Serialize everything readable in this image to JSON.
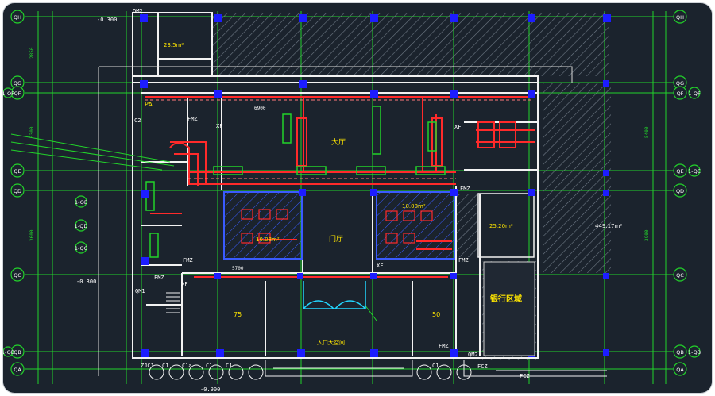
{
  "axes": {
    "left": [
      "QH",
      "QG",
      "QF",
      "QE",
      "QD",
      "QC",
      "QB",
      "QA"
    ],
    "left_ext": [
      "1-QF",
      "1-QB"
    ],
    "right": [
      "QH",
      "QG",
      "QF",
      "QE",
      "QD",
      "QC",
      "QB",
      "QA"
    ],
    "right_ext": [
      "1-QF",
      "1-QE",
      "1-QB"
    ],
    "inner_left": [
      "1-QE",
      "1-QD",
      "1-QC"
    ]
  },
  "levels": {
    "top": "-0.300",
    "left": "-0.300",
    "bottom": "-0.900"
  },
  "rooms": {
    "hall": "大厅",
    "vestibule": "门厅",
    "entrance": "入口大空间",
    "bank_area": "银行区域",
    "area_top": "23.5m²",
    "area_left": "10.08m²",
    "area_center": "10.08m²",
    "area_right": "25.20m²",
    "area_far_right": "449.17m²",
    "capacity_left": "75",
    "capacity_right": "50",
    "pa_label": "PA"
  },
  "equipment": {
    "qm2": "QM2",
    "fmz": "FMZ",
    "fcz": "FCZ",
    "xf": "XF",
    "c1": "C1",
    "c1a": "C1a",
    "c2": "C2",
    "zjc1": "ZJC1",
    "qm1": "QM1"
  },
  "dims": {
    "d1": "6900",
    "d2": "5700",
    "d3": "2850",
    "d4": "3300",
    "d5": "3600",
    "d6": "5400",
    "d7": "3900"
  },
  "colors": {
    "background": "#1b232d",
    "grid": "#22d32a",
    "wall": "#f2f2f2",
    "duct": "#ff2a2a",
    "column": "#1d1dff",
    "room_hatch": "#3a5bff",
    "yellow": "#ffe600",
    "magenta": "#ff3bd7",
    "cyan": "#22d6ff"
  }
}
